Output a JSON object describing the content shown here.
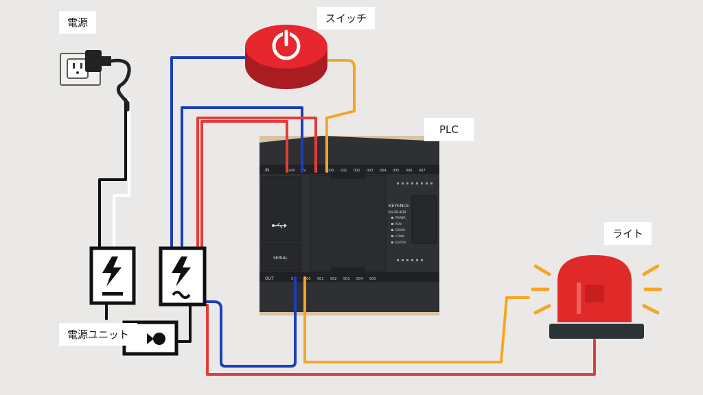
{
  "labels": {
    "power": "電源",
    "switch": "スイッチ",
    "plc": "PLC",
    "light": "ライト",
    "psu": "電源ユニット"
  },
  "plc": {
    "in_label": "IN",
    "out_label": "OUT",
    "serial_label": "SERIAL",
    "brand": "KEYENCE",
    "model": "KV-N14DR",
    "in_terminals": [
      "24V",
      "0V",
      "C",
      "000",
      "001",
      "002",
      "003",
      "004",
      "005",
      "006",
      "007"
    ],
    "out_terminals": [
      "C1",
      "500",
      "501",
      "502",
      "503",
      "504",
      "505"
    ],
    "status_leds": [
      "POWER",
      "RUN",
      "ERROR",
      "COMM",
      "EDITOR"
    ]
  },
  "colors": {
    "background": "#ebe9e7",
    "wire_blue": "#1a3fb8",
    "wire_red": "#e43b3b",
    "wire_orange": "#f5a623",
    "wire_black": "#111111",
    "switch_red": "#e8262d",
    "light_red": "#e02a2a",
    "plc_body": "#2e3033",
    "plc_backdrop": "#d8c3a5"
  },
  "icons": [
    "outlet-icon",
    "plug-icon",
    "power-switch-icon",
    "psu-bolt-icon",
    "psu-bolt-ac-icon",
    "fuse-connector-icon",
    "warning-light-icon",
    "usb-icon"
  ]
}
